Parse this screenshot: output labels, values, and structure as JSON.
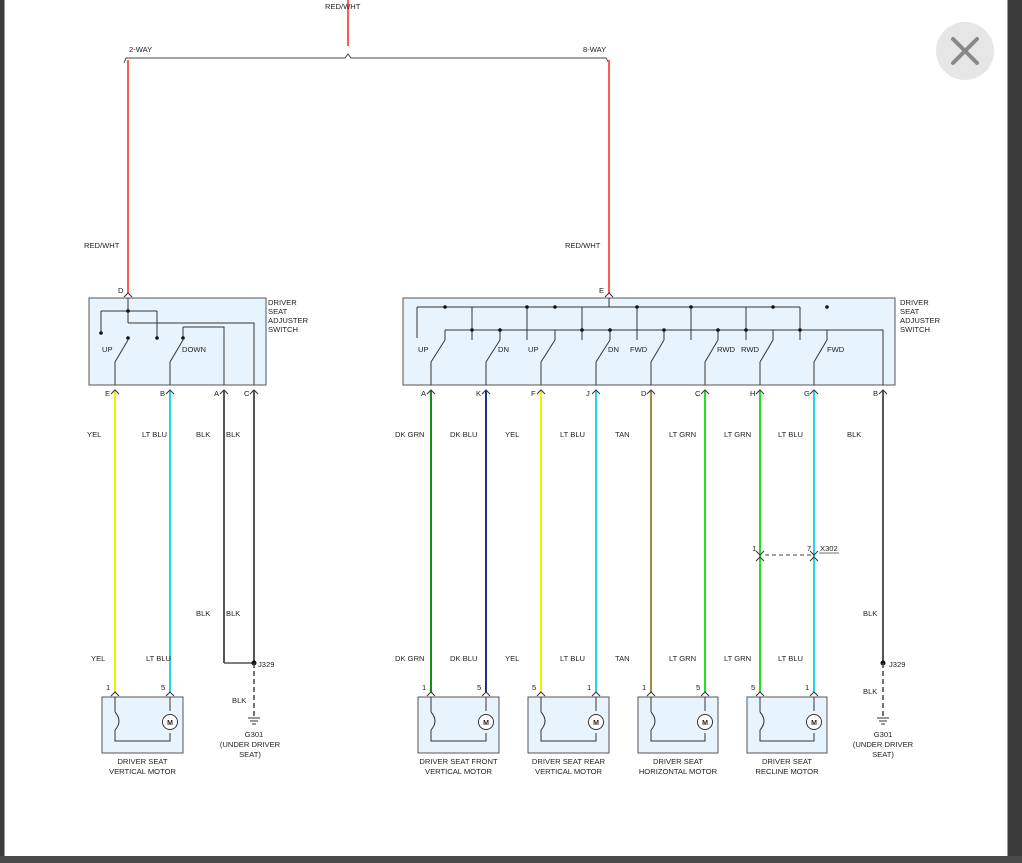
{
  "top_wire": {
    "color_label": "RED/WHT",
    "left_branch": "2-WAY",
    "right_branch": "8-WAY"
  },
  "feed_wires": {
    "left_label": "RED/WHT",
    "right_label": "RED/WHT",
    "left_pin": "D",
    "right_pin": "E"
  },
  "left_switch": {
    "title_lines": [
      "DRIVER",
      "SEAT",
      "ADJUSTER",
      "SWITCH"
    ],
    "contacts": [
      "UP",
      "DOWN"
    ],
    "pins": [
      "E",
      "B",
      "A",
      "C"
    ]
  },
  "right_switch": {
    "title_lines": [
      "DRIVER",
      "SEAT",
      "ADJUSTER",
      "SWITCH"
    ],
    "contacts": [
      "UP",
      "DN",
      "UP",
      "DN",
      "FWD",
      "RWD",
      "RWD",
      "FWD"
    ],
    "pins": [
      "A",
      "K",
      "F",
      "J",
      "D",
      "C",
      "H",
      "G",
      "B"
    ]
  },
  "left_wires": [
    {
      "upper": "YEL",
      "lower": "YEL",
      "hex": "#f2f200"
    },
    {
      "upper": "LT BLU",
      "lower": "LT BLU",
      "hex": "#22d3ee"
    },
    {
      "upper": "BLK",
      "lower": "BLK",
      "hex": "#555555"
    },
    {
      "upper": "BLK",
      "lower": "BLK",
      "hex": "#555555"
    }
  ],
  "right_wires": [
    {
      "upper": "DK GRN",
      "lower": "DK GRN",
      "hex": "#168a16"
    },
    {
      "upper": "DK BLU",
      "lower": "DK BLU",
      "hex": "#1b2f8a"
    },
    {
      "upper": "YEL",
      "lower": "YEL",
      "hex": "#f2f200"
    },
    {
      "upper": "LT BLU",
      "lower": "LT BLU",
      "hex": "#22d3ee"
    },
    {
      "upper": "TAN",
      "lower": "TAN",
      "hex": "#a08a48"
    },
    {
      "upper": "LT GRN",
      "lower": "LT GRN",
      "hex": "#22e022"
    },
    {
      "upper": "LT GRN",
      "lower": "LT GRN",
      "hex": "#22e022"
    },
    {
      "upper": "LT BLU",
      "lower": "LT BLU",
      "hex": "#22d3ee"
    },
    {
      "upper": "BLK",
      "lower": "BLK",
      "hex": "#555555"
    }
  ],
  "splices": {
    "left": "J329",
    "right": "J329"
  },
  "grounds": {
    "left": {
      "wire": "BLK",
      "lines": [
        "G301",
        "(UNDER DRIVER",
        "SEAT)"
      ]
    },
    "right": {
      "wire": "BLK",
      "lines": [
        "G301",
        "(UNDER DRIVER",
        "SEAT)"
      ]
    }
  },
  "connector_x302": {
    "name": "X302",
    "pin_left": "1",
    "pin_right": "7"
  },
  "motors": [
    {
      "pins": [
        "1",
        "5"
      ],
      "label_lines": [
        "DRIVER SEAT",
        "VERTICAL MOTOR"
      ]
    },
    {
      "pins": [
        "1",
        "5"
      ],
      "label_lines": [
        "DRIVER SEAT FRONT",
        "VERTICAL MOTOR"
      ]
    },
    {
      "pins": [
        "5",
        "1"
      ],
      "label_lines": [
        "DRIVER SEAT REAR",
        "VERTICAL MOTOR"
      ]
    },
    {
      "pins": [
        "1",
        "5"
      ],
      "label_lines": [
        "DRIVER SEAT",
        "HORIZONTAL MOTOR"
      ]
    },
    {
      "pins": [
        "5",
        "1"
      ],
      "label_lines": [
        "DRIVER SEAT",
        "RECLINE MOTOR"
      ]
    }
  ],
  "motor_symbol": "M",
  "colors": {
    "red_wht": "#ff5a5a",
    "box_fill": "#e8f4fd",
    "close_bg": "#e6e6e6",
    "close_x": "#888888"
  }
}
